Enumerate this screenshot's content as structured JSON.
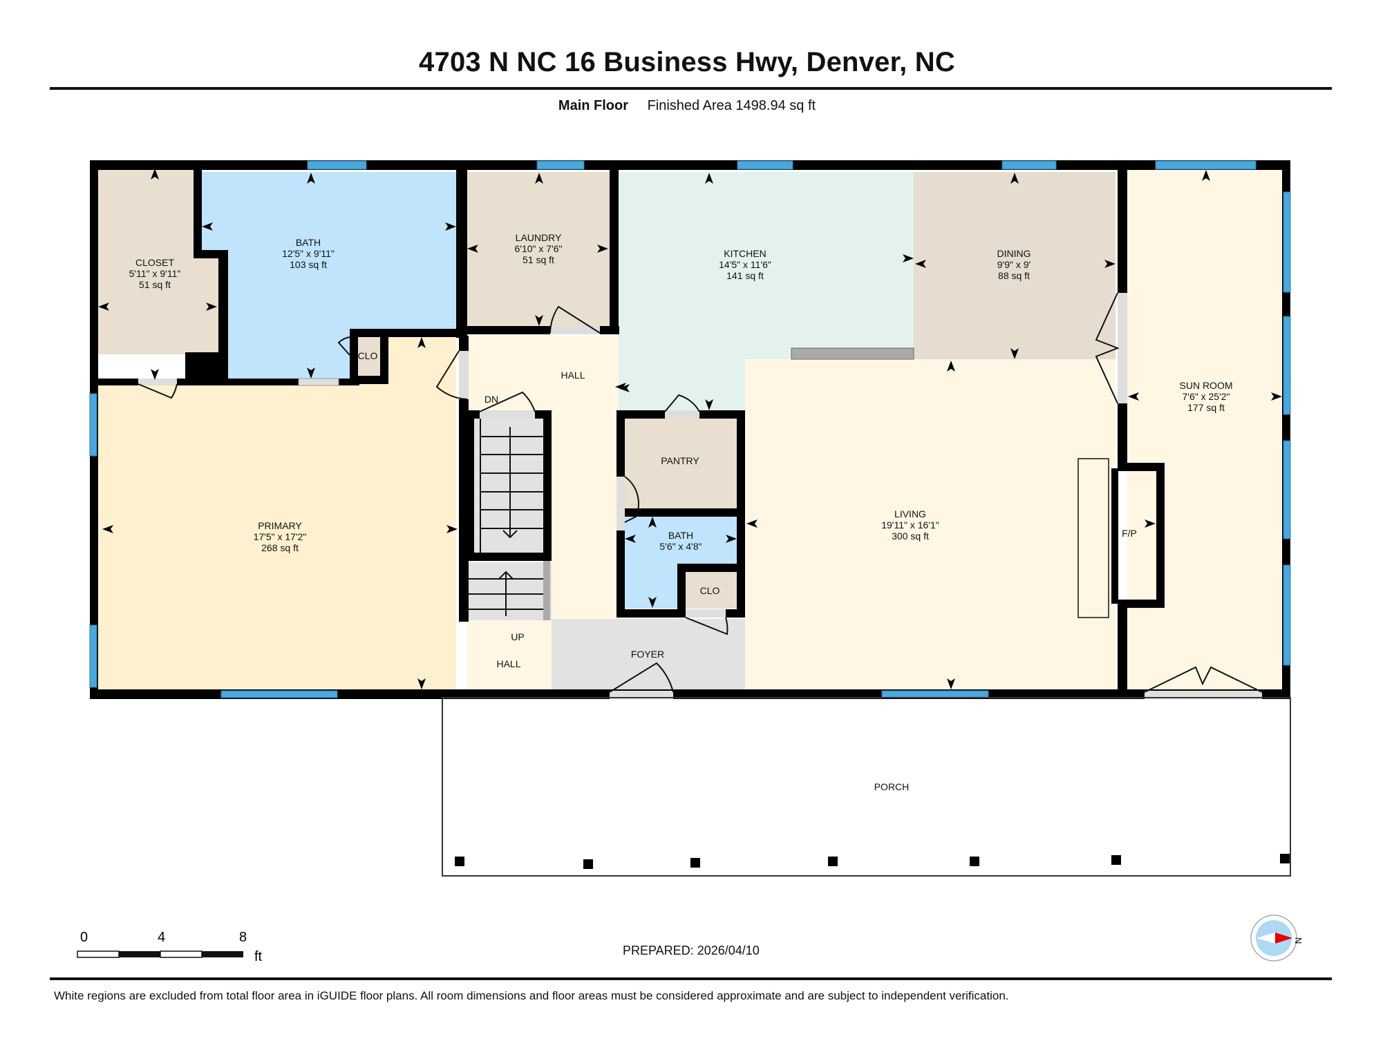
{
  "header": {
    "title": "4703 N NC 16 Business Hwy, Denver, NC",
    "floor_name": "Main Floor",
    "finished_area": "Finished Area 1498.94 sq ft"
  },
  "rooms": {
    "closet": {
      "name": "CLOSET",
      "dims": "5'11\" x 9'11\"",
      "area": "51 sq ft"
    },
    "bath_primary": {
      "name": "BATH",
      "dims": "12'5\" x 9'11\"",
      "area": "103 sq ft"
    },
    "laundry": {
      "name": "LAUNDRY",
      "dims": "6'10\" x 7'6\"",
      "area": "51 sq ft"
    },
    "kitchen": {
      "name": "KITCHEN",
      "dims": "14'5\" x 11'6\"",
      "area": "141 sq ft"
    },
    "dining": {
      "name": "DINING",
      "dims": "9'9\" x 9'",
      "area": "88 sq ft"
    },
    "sun_room": {
      "name": "SUN ROOM",
      "dims": "7'6\" x 25'2\"",
      "area": "177 sq ft"
    },
    "primary": {
      "name": "PRIMARY",
      "dims": "17'5\" x 17'2\"",
      "area": "268 sq ft"
    },
    "hall_upper": {
      "name": "HALL"
    },
    "hall_lower": {
      "name": "HALL"
    },
    "clo_primary": {
      "name": "CLO"
    },
    "pantry": {
      "name": "PANTRY"
    },
    "bath_small": {
      "name": "BATH",
      "dims": "5'6\" x 4'8\""
    },
    "clo_small": {
      "name": "CLO"
    },
    "living": {
      "name": "LIVING",
      "dims": "19'11\" x 16'1\"",
      "area": "300 sq ft"
    },
    "foyer": {
      "name": "FOYER"
    },
    "fireplace": {
      "name": "F/P"
    },
    "porch": {
      "name": "PORCH"
    }
  },
  "stairs": {
    "down_label": "DN",
    "up_label": "UP"
  },
  "colors": {
    "wall": "#000000",
    "window": "#4aa8dc",
    "closet": "#e8dfd1",
    "bath": "#c0e4fc",
    "laundry": "#e8dfd1",
    "kitchen": "#e3f2ec",
    "dining": "#e6dccf",
    "sun_room": "#fff7e3",
    "primary": "#fff0cf",
    "hall": "#fff7e3",
    "pantry": "#e8dfd1",
    "living": "#fff7e3",
    "foyer": "#e2e2e2",
    "stairs": "#e2e2e2",
    "compass_fill": "#aed8f4",
    "compass_needle": "#e60000"
  },
  "scale_bar": {
    "ticks": [
      "0",
      "4",
      "8"
    ],
    "unit": "ft"
  },
  "footer": {
    "prepared": "PREPARED: 2026/04/10",
    "compass_label": "N",
    "disclaimer": "White regions are excluded from total floor area in iGUIDE floor plans. All room dimensions and floor areas must be considered approximate and are subject to independent verification."
  }
}
